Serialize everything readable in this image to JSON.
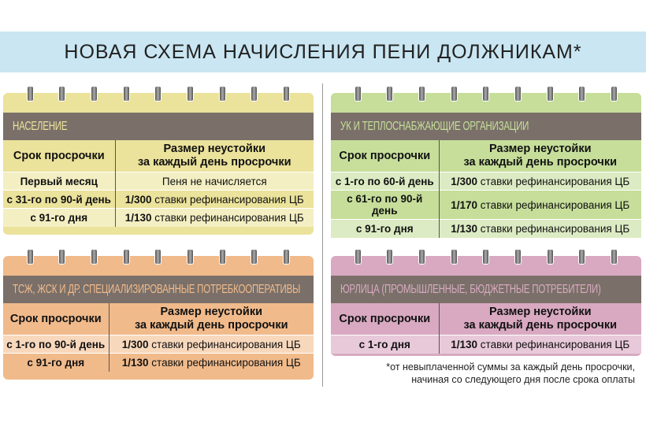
{
  "title": "НОВАЯ СХЕМА НАЧИСЛЕНИЯ ПЕНИ ДОЛЖНИКАМ*",
  "header": {
    "col1": "Срок просрочки",
    "col2_line1": "Размер неустойки",
    "col2_line2": "за каждый день просрочки"
  },
  "cards": [
    {
      "title": "НАСЕЛЕНИЕ",
      "color": "#ebe29b",
      "row_color": "#f4efc3",
      "title_color": "#ebe29b",
      "rows": [
        {
          "term": "Первый месяц",
          "rate": "",
          "text": "Пеня не начисляется"
        },
        {
          "term": "с 31-го по 90-й день",
          "rate": "1/300",
          "text": " ставки рефинансирования ЦБ"
        },
        {
          "term": "с 91-го дня",
          "rate": "1/130",
          "text": " ставки рефинансирования ЦБ"
        }
      ]
    },
    {
      "title": "УК И ТЕПЛОСНАБЖАЮЩИЕ ОРГАНИЗАЦИИ",
      "color": "#c6de9a",
      "row_color": "#dcebc3",
      "title_color": "#c6de9a",
      "rows": [
        {
          "term": "с 1-го по 60-й день",
          "rate": "1/300",
          "text": " ставки рефинансирования ЦБ"
        },
        {
          "term": "с 61-го по 90-й день",
          "rate": "1/170",
          "text": " ставки рефинансирования ЦБ"
        },
        {
          "term": "с 91-го дня",
          "rate": "1/130",
          "text": " ставки рефинансирования ЦБ"
        }
      ]
    },
    {
      "title": "ТСЖ, ЖСК И ДР. СПЕЦИАЛИЗИРОВАННЫЕ ПОТРЕБКООПЕРАТИВЫ",
      "color": "#f1ba8b",
      "row_color": "#f8d8bc",
      "title_color": "#f1ba8b",
      "rows": [
        {
          "term": "с 1-го по 90-й день",
          "rate": "1/300",
          "text": " ставки рефинансирования ЦБ"
        },
        {
          "term": "с 91-го дня",
          "rate": "1/130",
          "text": " ставки рефинансирования ЦБ"
        }
      ]
    },
    {
      "title": "ЮРЛИЦА (ПРОМЫШЛЕННЫЕ, БЮДЖЕТНЫЕ ПОТРЕБИТЕЛИ)",
      "color": "#d8a9c1",
      "row_color": "#e8c9d9",
      "title_color": "#d8a9c1",
      "rows": [
        {
          "term": "с 1-го дня",
          "rate": "1/130",
          "text": " ставки рефинансирования ЦБ"
        }
      ]
    }
  ],
  "footnote": {
    "line1": "*от невыплаченной суммы за каждый день просрочки,",
    "line2": "начиная со следующего дня после срока оплаты"
  }
}
